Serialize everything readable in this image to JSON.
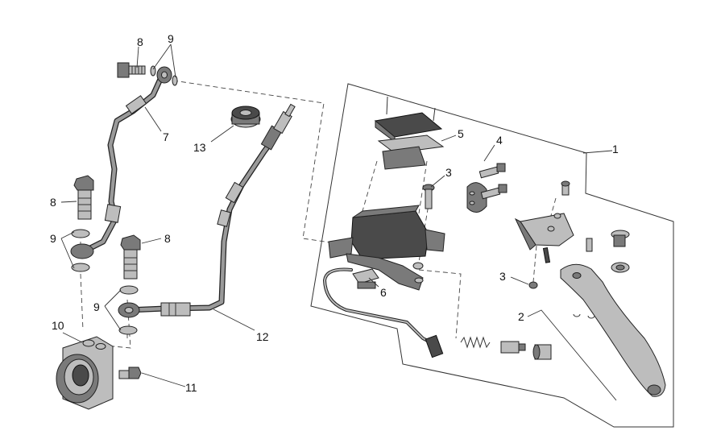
{
  "callouts": {
    "c1": "1",
    "c2": "2",
    "c3a": "3",
    "c3b": "3",
    "c4": "4",
    "c5": "5",
    "c6": "6",
    "c7": "7",
    "c8a": "8",
    "c8b": "8",
    "c8c": "8",
    "c9a": "9",
    "c9b": "9",
    "c9c": "9",
    "c10": "10",
    "c11": "11",
    "c12": "12",
    "c13": "13"
  }
}
